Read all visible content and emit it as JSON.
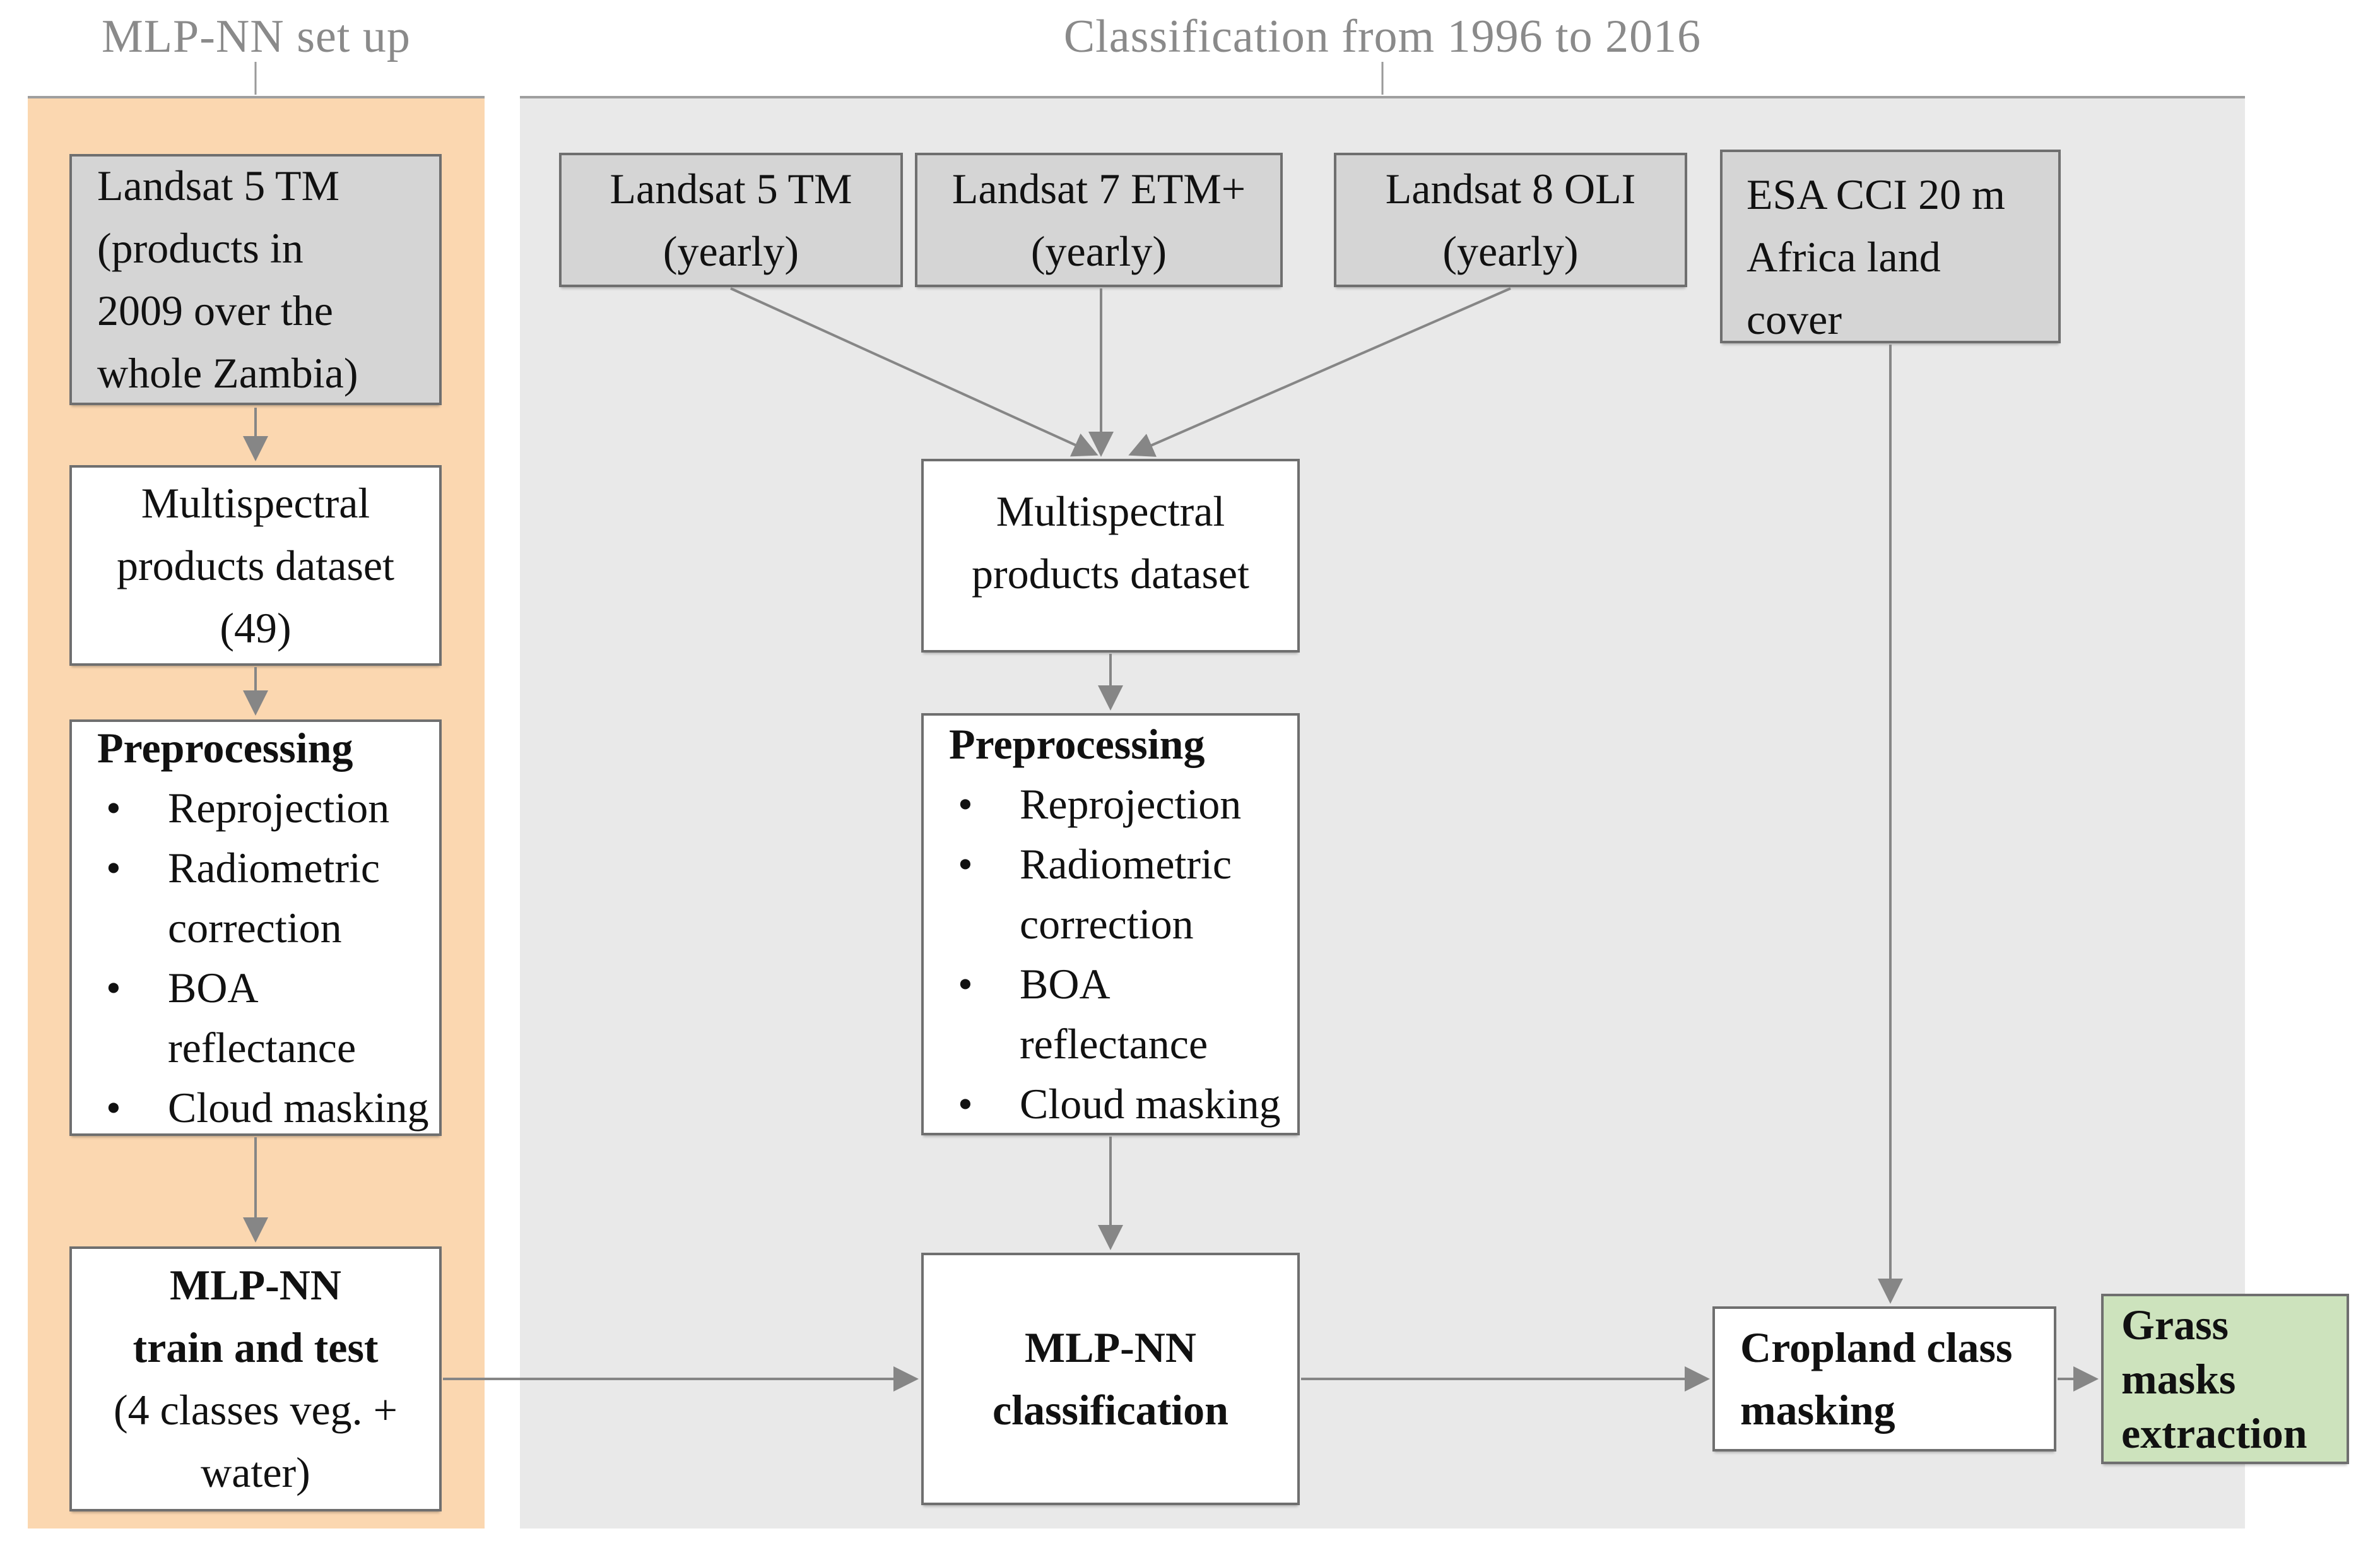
{
  "section_titles": {
    "left": "MLP-NN set up",
    "right": "Classification from 1996 to 2016"
  },
  "colors": {
    "setup_panel_bg": "#fbd7b0",
    "classification_panel_bg": "#e9e9e9",
    "source_box_bg": "#d5d5d5",
    "process_box_bg": "#ffffff",
    "output_box_bg": "#cde3bd",
    "box_border": "#6f6f6f",
    "arrow": "#868686",
    "title_text": "#8a8a8a"
  },
  "boxes": {
    "landsat5_products": {
      "lines": [
        "Landsat 5 TM",
        "(products in",
        "2009 over the",
        "whole Zambia)"
      ]
    },
    "multispectral_dataset_49": {
      "lines": [
        "Multispectral",
        "products dataset",
        "(49)"
      ]
    },
    "preprocessing_setup": {
      "header": "Preprocessing",
      "bullets": [
        "Reprojection",
        "Radiometric correction",
        "BOA reflectance",
        "Cloud masking"
      ]
    },
    "mlp_train_test": {
      "bold_lines": [
        "MLP-NN",
        "train and test"
      ],
      "lines": [
        "(4 classes veg. +",
        "water)"
      ]
    },
    "landsat5_yearly": {
      "lines": [
        "Landsat 5 TM",
        "(yearly)"
      ]
    },
    "landsat7_yearly": {
      "lines": [
        "Landsat 7 ETM+",
        "(yearly)"
      ]
    },
    "landsat8_yearly": {
      "lines": [
        "Landsat 8 OLI",
        "(yearly)"
      ]
    },
    "esa_cci": {
      "lines": [
        "ESA CCI 20 m",
        "Africa land",
        "cover"
      ]
    },
    "multispectral_dataset": {
      "lines": [
        "Multispectral",
        "products dataset"
      ]
    },
    "preprocessing_classification": {
      "header": "Preprocessing",
      "bullets": [
        "Reprojection",
        "Radiometric correction",
        "BOA reflectance",
        "Cloud masking"
      ]
    },
    "mlp_classification": {
      "lines": [
        "MLP-NN",
        "classification"
      ]
    },
    "cropland_masking": {
      "lines": [
        "Cropland class",
        "masking"
      ]
    },
    "grass_masks": {
      "lines": [
        "Grass",
        "masks",
        "extraction"
      ]
    }
  }
}
